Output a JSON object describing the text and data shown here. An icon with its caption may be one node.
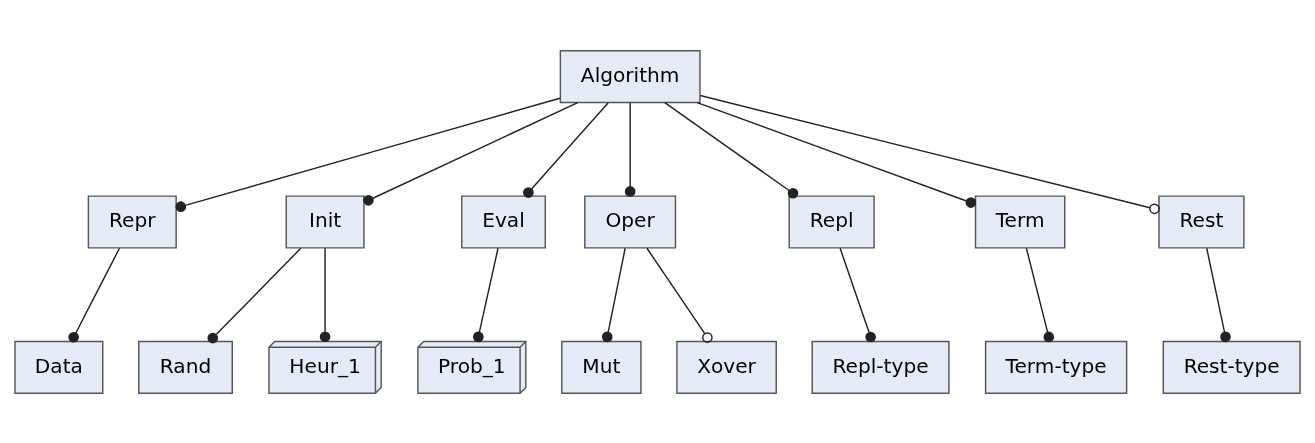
{
  "diagram": {
    "nodes": [
      {
        "text": [
          "Algorithm"
        ]
      },
      {
        "text": [
          "Repr"
        ]
      },
      {
        "text": [
          "Init"
        ]
      },
      {
        "text": [
          "Eval"
        ]
      },
      {
        "text": [
          "Oper"
        ]
      },
      {
        "text": [
          "Repl"
        ]
      },
      {
        "text": [
          "Term"
        ]
      },
      {
        "text": [
          "Rest"
        ]
      },
      {
        "text": [
          "Data"
        ]
      },
      {
        "text": [
          "Rand"
        ]
      },
      {
        "text": [
          "Heur_1"
        ]
      },
      {
        "text": [
          "Prob_1"
        ]
      },
      {
        "text": [
          "Mut"
        ]
      },
      {
        "text": [
          "Xover"
        ]
      },
      {
        "text": [
          "Repl-type"
        ]
      },
      {
        "text": [
          "Term-type"
        ]
      },
      {
        "text": [
          "Rest-type"
        ]
      }
    ],
    "edges": [
      {
        "from": 0,
        "to": 1,
        "arrow": "other"
      },
      {
        "from": 0,
        "to": 2,
        "arrow": "other"
      },
      {
        "from": 0,
        "to": 3,
        "arrow": "other"
      },
      {
        "from": 0,
        "to": 4,
        "arrow": "other"
      },
      {
        "from": 0,
        "to": 5,
        "arrow": "other"
      },
      {
        "from": 0,
        "to": 6,
        "arrow": "other"
      },
      {
        "from": 0,
        "to": 7,
        "arrow": "other"
      },
      {
        "from": 1,
        "to": 8,
        "arrow": "other"
      },
      {
        "from": 2,
        "to": 9,
        "arrow": "other"
      },
      {
        "from": 2,
        "to": 10,
        "arrow": "other"
      },
      {
        "from": 3,
        "to": 11,
        "arrow": "other"
      },
      {
        "from": 4,
        "to": 12,
        "arrow": "other"
      },
      {
        "from": 4,
        "to": 13,
        "arrow": "other"
      },
      {
        "from": 5,
        "to": 14,
        "arrow": "other"
      },
      {
        "from": 6,
        "to": 15,
        "arrow": "other"
      },
      {
        "from": 7,
        "to": 16,
        "arrow": "other"
      }
    ]
  }
}
